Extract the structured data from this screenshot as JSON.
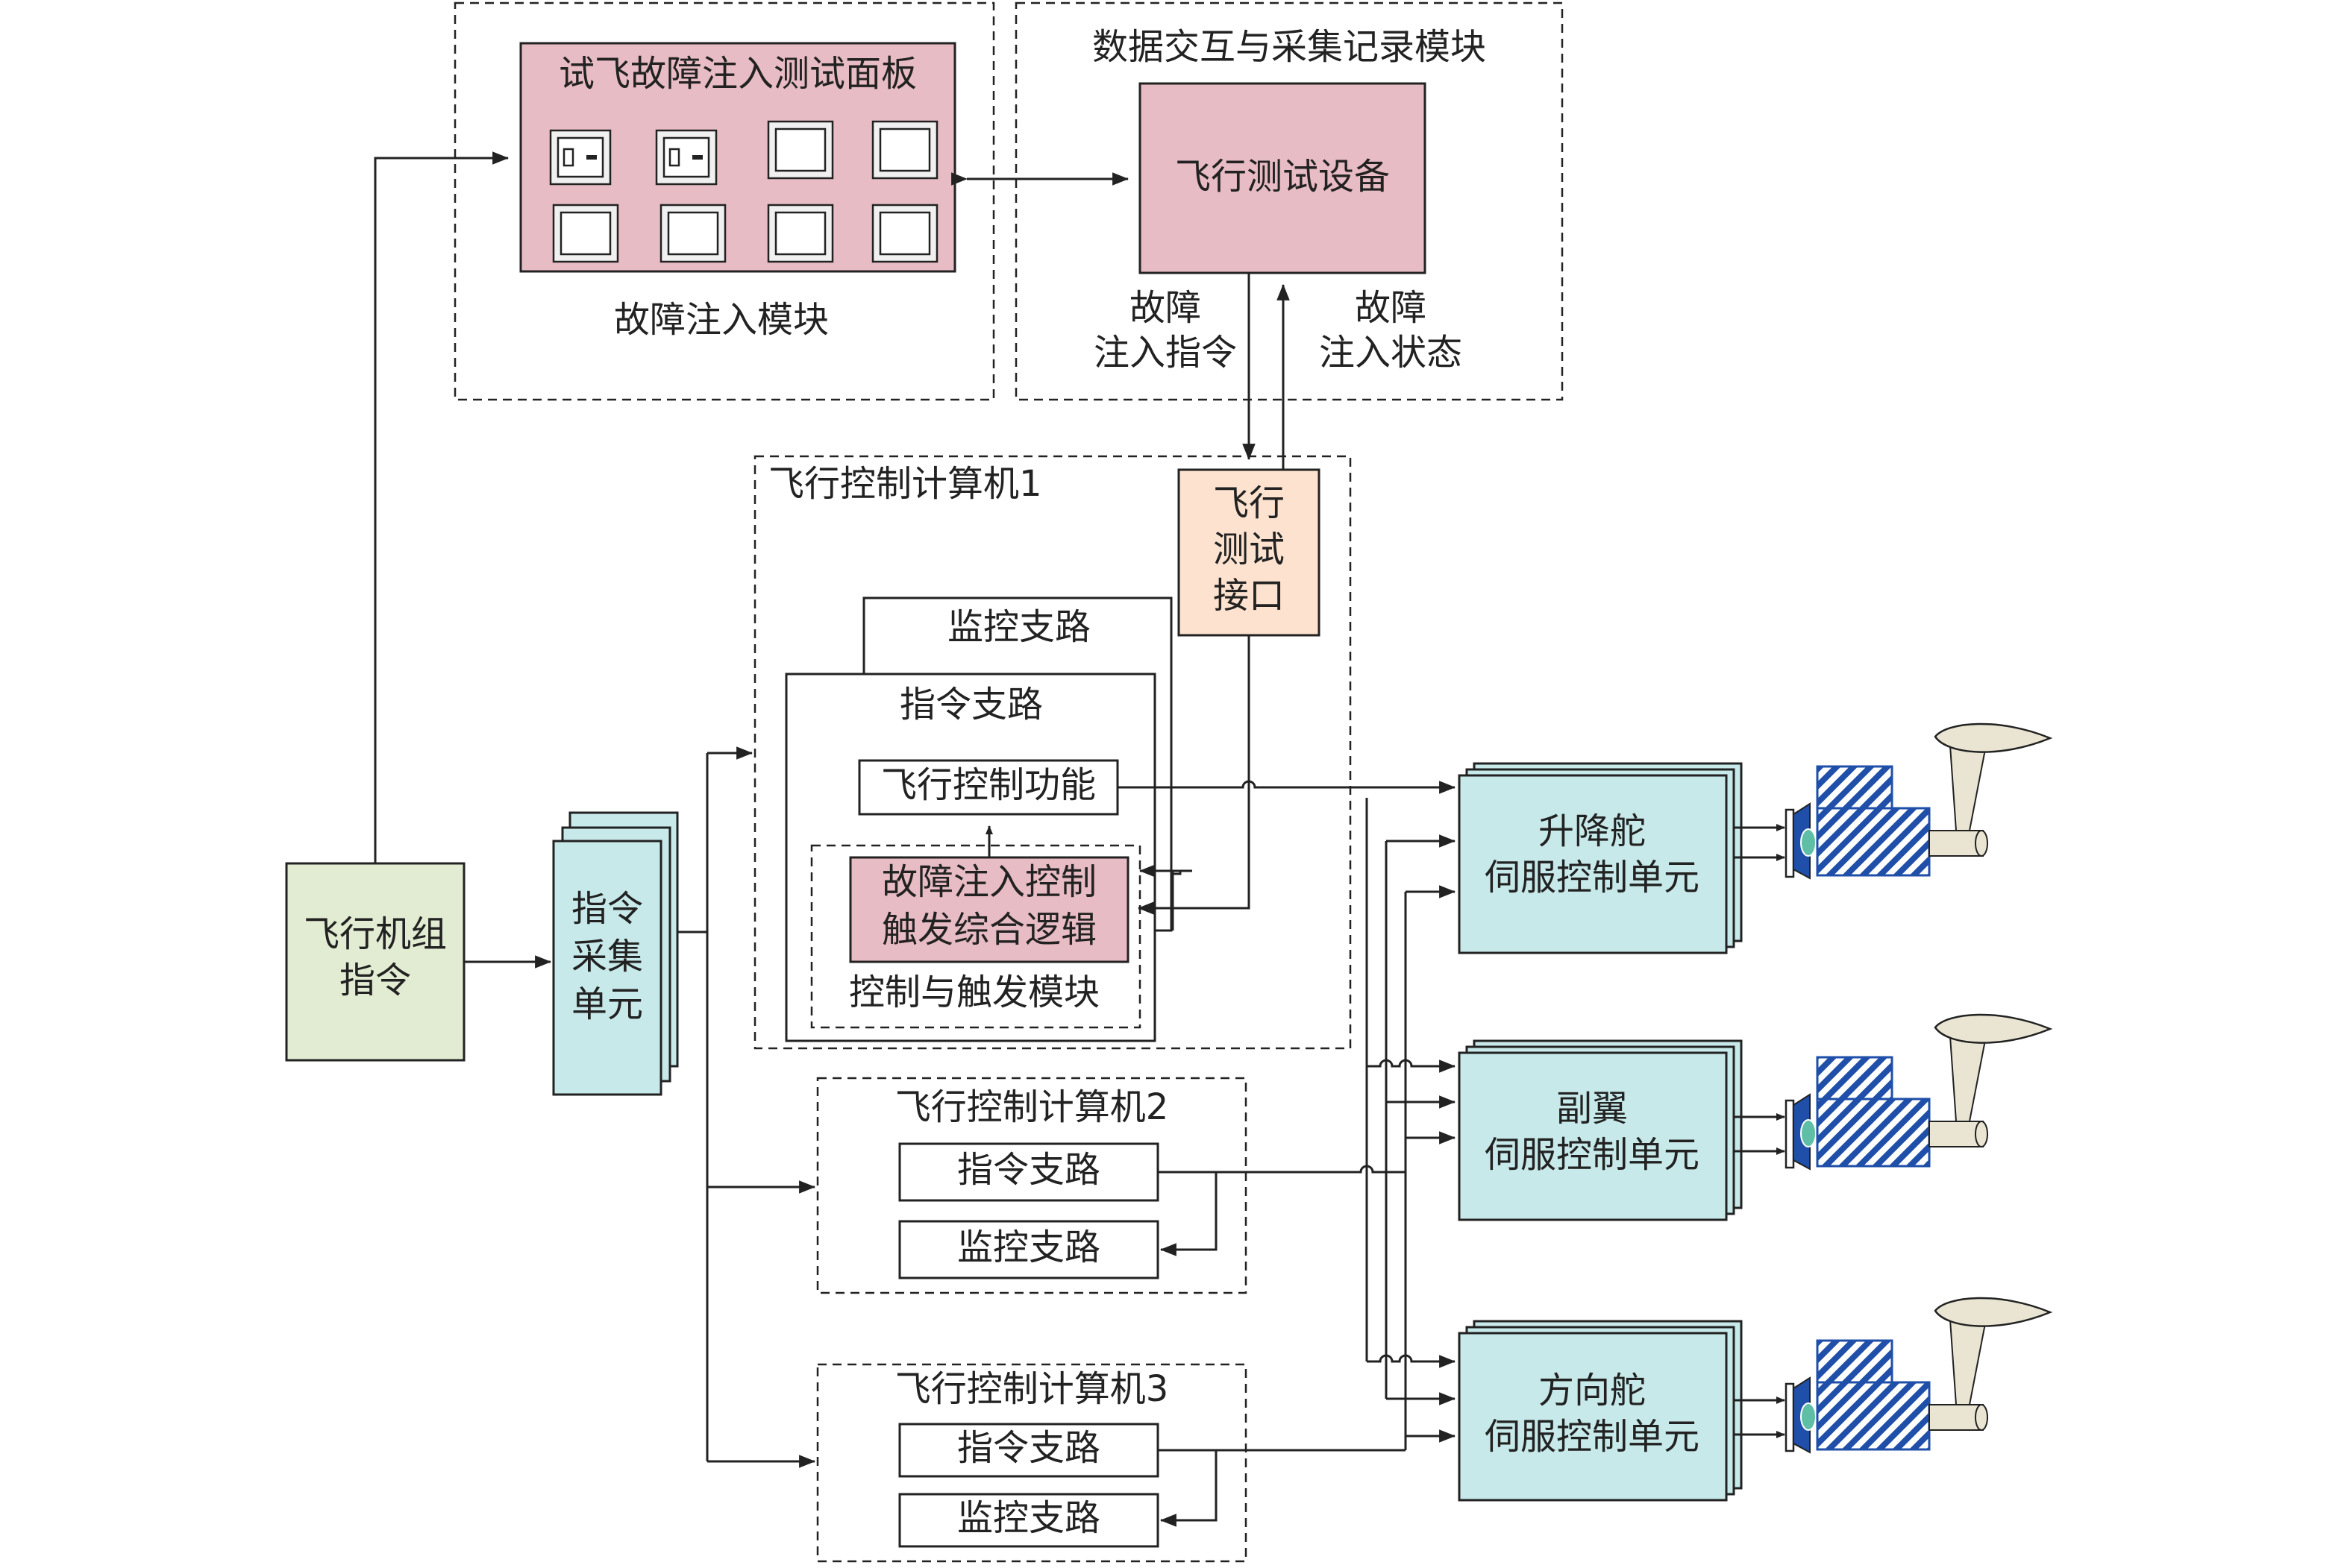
{
  "colors": {
    "pink": "#e8bcc4",
    "cyan": "#c8e9ea",
    "green": "#e2ecd2",
    "lavender": "#ebe4ef",
    "peach": "#fde3cf",
    "actuator_blue": "#1f4fa8",
    "surface_beige": "#e9e5d2",
    "line": "#222222"
  },
  "fault_injection_module": {
    "panel_title": "试飞故障注入测试面板",
    "module_label": "故障注入模块"
  },
  "data_module": {
    "title": "数据交互与采集记录模块",
    "device": "飞行测试设备",
    "cmd_label_1": "故障",
    "cmd_label_2": "注入指令",
    "status_label_1": "故障",
    "status_label_2": "注入状态"
  },
  "fcc1": {
    "title": "飞行控制计算机1",
    "test_interface": [
      "飞行",
      "测试",
      "接口"
    ],
    "monitor_branch": "监控支路",
    "command_branch": "指令支路",
    "flight_control_function": "飞行控制功能",
    "fault_logic_1": "故障注入控制",
    "fault_logic_2": "触发综合逻辑",
    "control_trigger_module": "控制与触发模块"
  },
  "fcc2": {
    "title": "飞行控制计算机2",
    "command_branch": "指令支路",
    "monitor_branch": "监控支路"
  },
  "fcc3": {
    "title": "飞行控制计算机3",
    "command_branch": "指令支路",
    "monitor_branch": "监控支路"
  },
  "crew_command": [
    "飞行机组",
    "指令"
  ],
  "acquisition_unit": [
    "指令",
    "采集",
    "单元"
  ],
  "servos": [
    {
      "name": "升降舵",
      "unit": "伺服控制单元"
    },
    {
      "name": "副翼",
      "unit": "伺服控制单元"
    },
    {
      "name": "方向舵",
      "unit": "伺服控制单元"
    }
  ]
}
